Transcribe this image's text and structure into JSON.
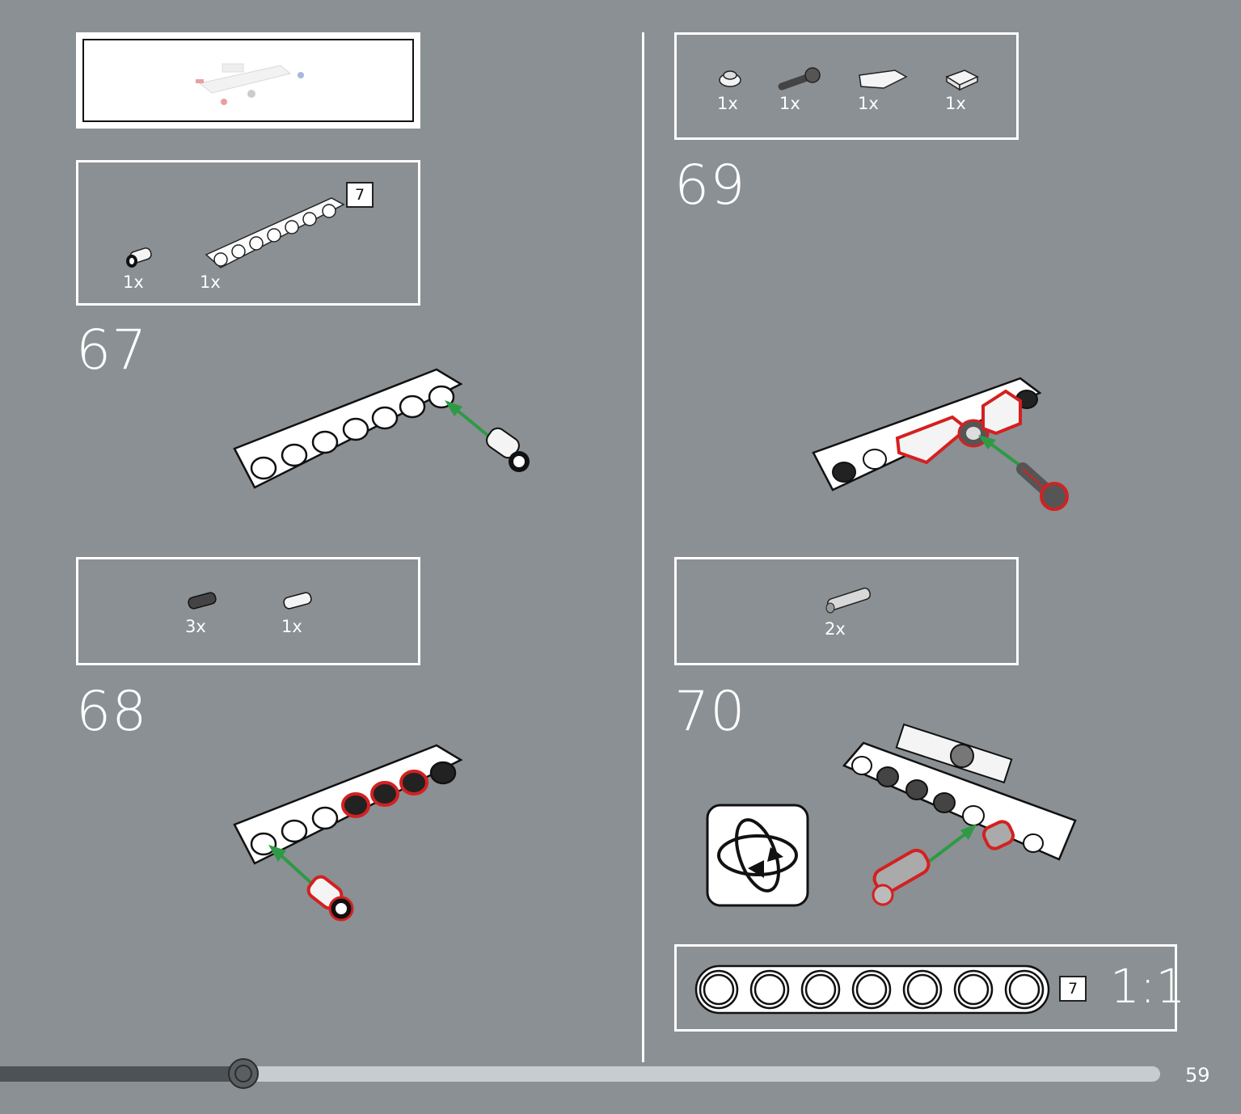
{
  "page": {
    "number": "59",
    "progress_fraction": 0.21
  },
  "submodel_box": {
    "label": ""
  },
  "steps": [
    {
      "number": "67",
      "parts": [
        {
          "qty": "1x",
          "icon": "pin-with-bush"
        },
        {
          "qty": "1x",
          "icon": "beam-7"
        }
      ],
      "beam_length": "7"
    },
    {
      "number": "68",
      "parts": [
        {
          "qty": "3x",
          "icon": "black-pin"
        },
        {
          "qty": "1x",
          "icon": "white-pin"
        }
      ]
    },
    {
      "number": "69",
      "parts": [
        {
          "qty": "1x",
          "icon": "round-stud"
        },
        {
          "qty": "1x",
          "icon": "ball-joint"
        },
        {
          "qty": "1x",
          "icon": "wedge-tile"
        },
        {
          "qty": "1x",
          "icon": "tile-1x1"
        }
      ]
    },
    {
      "number": "70",
      "parts": [
        {
          "qty": "2x",
          "icon": "axle-pin"
        }
      ]
    }
  ],
  "scale_box": {
    "beam_length": "7",
    "scale": "1:1"
  },
  "icons": {
    "rotate": "rotate-model-icon"
  },
  "colors": {
    "background": "#8a9093",
    "highlight": "#d42020",
    "arrow": "#2e9a45"
  }
}
